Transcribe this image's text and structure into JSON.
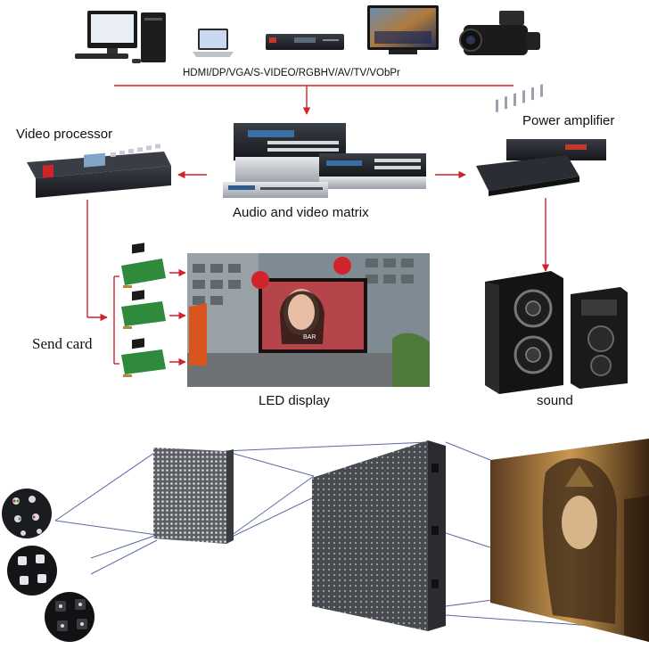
{
  "signal_sources_label": "HDMI/DP/VGA/S-VIDEO/RGBHV/AV/TV/VObPr",
  "nodes": {
    "video_processor": "Video processor",
    "matrix": "Audio and video matrix",
    "power_amplifier": "Power amplifier",
    "send_card": "Send card",
    "led_display": "LED display",
    "sound": "sound"
  },
  "screen_text": "BAR",
  "colors": {
    "arrow": "#d0232a",
    "connector": "#5a6aa0"
  },
  "icons": [
    "desktop-computer",
    "laptop",
    "dvd-player",
    "tv",
    "video-camera",
    "video-processor",
    "matrix-switcher",
    "mixer",
    "send-card",
    "speaker",
    "led-module",
    "led-cabinet",
    "led-wall"
  ]
}
